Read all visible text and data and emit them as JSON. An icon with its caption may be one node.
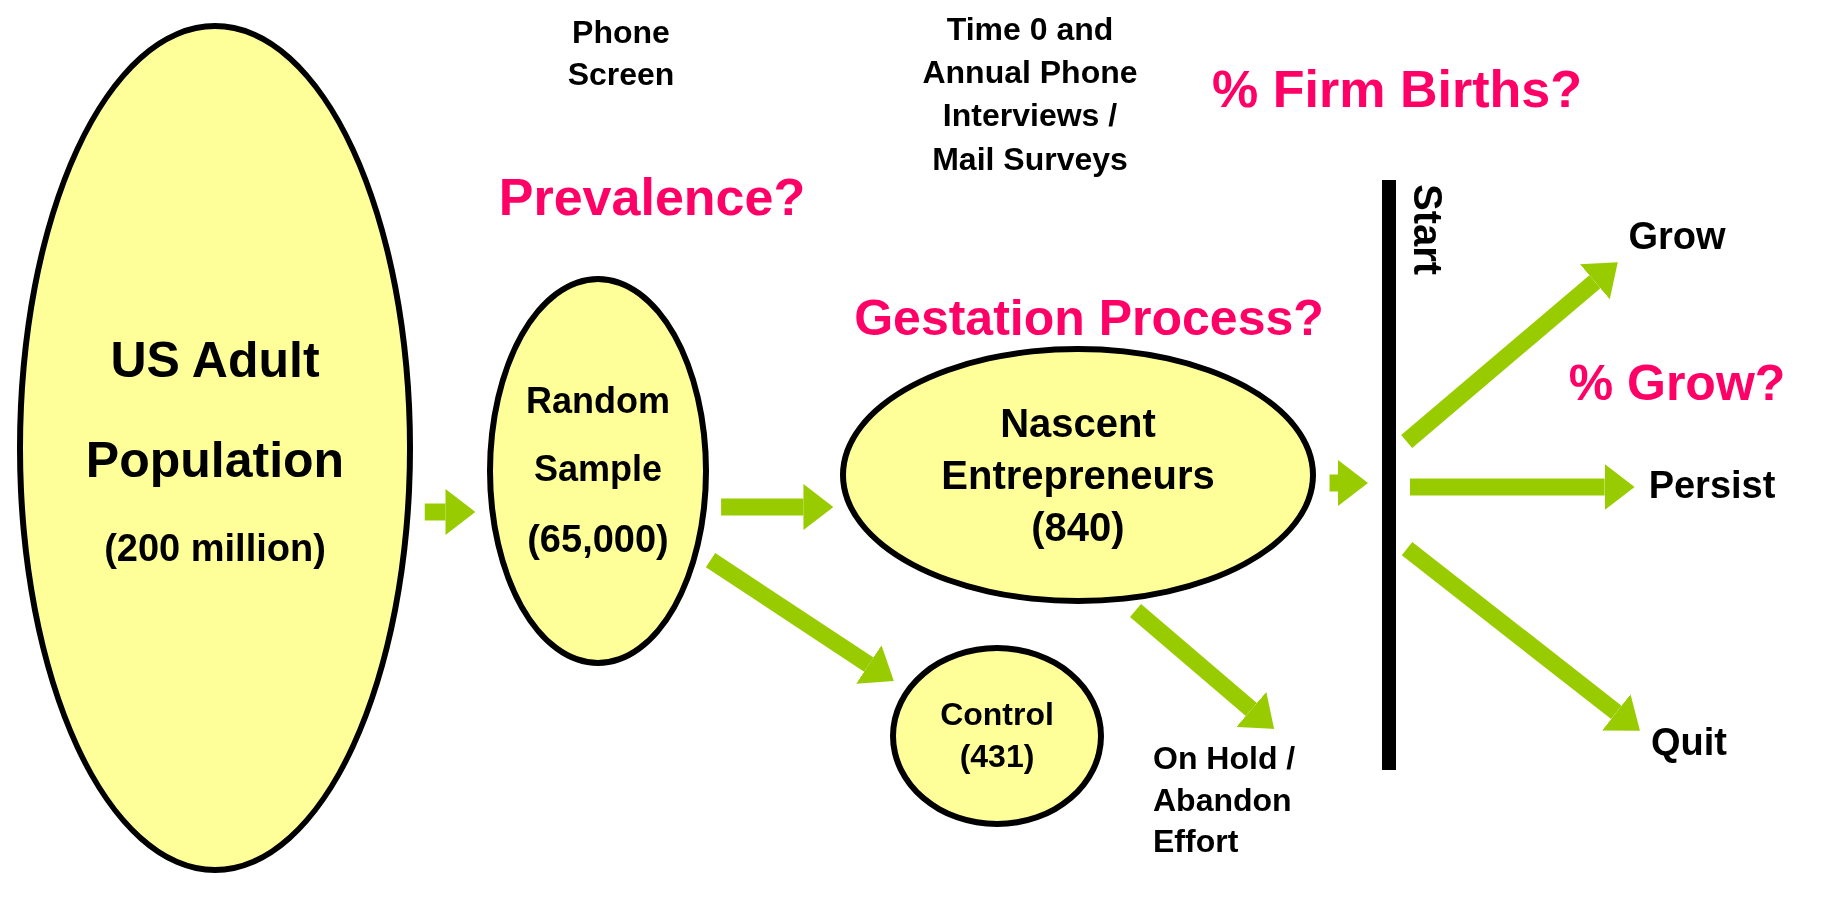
{
  "diagram": {
    "nodes": [
      {
        "text": [
          "US Adult Population",
          "(200 million)"
        ]
      },
      {
        "text": [
          "Random Sample",
          "(65,000)"
        ]
      },
      {
        "text": [
          "Nascent Entrepreneurs",
          "(840)"
        ]
      },
      {
        "text": [
          "Control",
          "(431)"
        ]
      },
      {
        "text": [
          "On Hold / Abandon Effort"
        ]
      },
      {
        "text": [],
        "shape": "bar",
        "beside": [
          "Start"
        ]
      },
      {
        "text": [
          "Grow"
        ]
      },
      {
        "text": [
          "Persist"
        ]
      },
      {
        "text": [
          "Quit"
        ]
      }
    ],
    "edges": [
      {
        "from": 0,
        "to": 1,
        "arrow": "to"
      },
      {
        "from": 1,
        "to": 2,
        "arrow": "to"
      },
      {
        "from": 1,
        "to": 3,
        "arrow": "to"
      },
      {
        "from": 2,
        "to": 4,
        "arrow": "to"
      },
      {
        "from": 2,
        "to": 5,
        "arrow": "to"
      },
      {
        "from": 5,
        "to": 6,
        "arrow": "to"
      },
      {
        "from": 5,
        "to": 7,
        "arrow": "to"
      },
      {
        "from": 5,
        "to": 8,
        "arrow": "to"
      }
    ],
    "labels": [
      "Phone Screen",
      "Time 0 and Annual Phone Interviews / Mail Surveys",
      "% Firm Births?",
      "Prevalence?",
      "Gestation Process?",
      "% Grow?"
    ]
  }
}
